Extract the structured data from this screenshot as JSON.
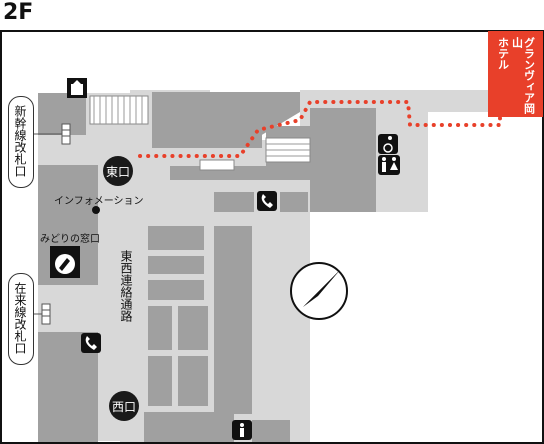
{
  "floor": "2F",
  "labels": {
    "shinkansen_gate": "新幹線改札口",
    "zairaisen_gate": "在来線改札口",
    "east_exit": "東口",
    "west_exit": "西口",
    "information": "インフォメーション",
    "midori_window": "みどりの窓口",
    "corridor": "東西連絡通路",
    "hotel_line1": "グランヴィア岡山",
    "hotel_line2": "ホテル"
  },
  "colors": {
    "building": "#a0a0a0",
    "route": "#e8402a",
    "hotel_bg": "#e8402a",
    "floor_bg": "#d8d8d8"
  },
  "icons": [
    "elevator-icon",
    "telephone-icon",
    "wheelchair-icon",
    "restroom-icon",
    "midori-window-icon",
    "compass-icon",
    "baby-icon"
  ]
}
